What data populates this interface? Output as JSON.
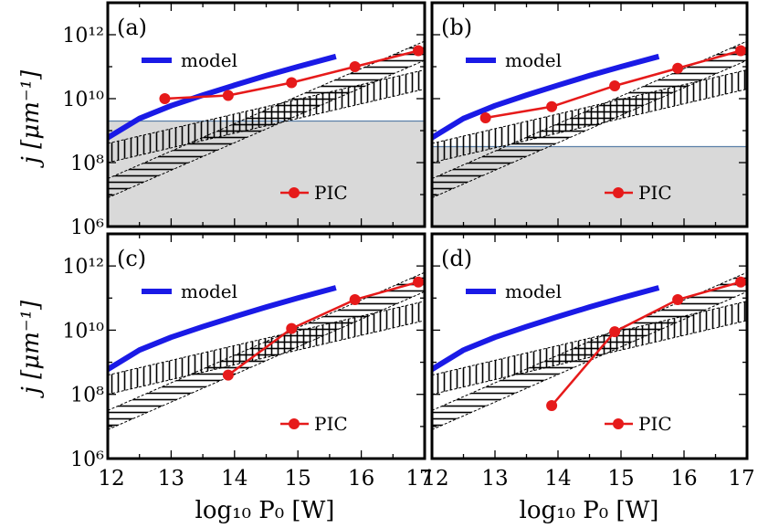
{
  "figure": {
    "xlabel": "log₁₀ P₀ [W]",
    "ylabel": "j [μm⁻¹]"
  },
  "chart_data": [
    {
      "type": "line",
      "panel_label": "(a)",
      "xlim": [
        12,
        17
      ],
      "ylim_log10": [
        6,
        13
      ],
      "x_ticks": [
        "12",
        "13",
        "14",
        "15",
        "16",
        "17"
      ],
      "y_ticks": [
        "10⁶",
        "10⁸",
        "10¹⁰",
        "10¹²"
      ],
      "legend": {
        "model": "model",
        "pic": "PIC"
      },
      "model": {
        "x": [
          12,
          12.5,
          13,
          13.5,
          14,
          14.5,
          15,
          15.6
        ],
        "log10_y": [
          8.78,
          9.38,
          9.78,
          10.11,
          10.42,
          10.72,
          11.0,
          11.32
        ]
      },
      "pic": {
        "x": [
          12.9,
          13.9,
          14.9,
          15.9,
          16.9
        ],
        "log10_y": [
          10.0,
          10.1,
          10.5,
          11.0,
          11.5
        ]
      },
      "shaded_below_log10": 9.3,
      "hatched_bands": [
        {
          "style": "horizontal",
          "x": [
            12,
            17
          ],
          "upper_log10": [
            7.5,
            11.8
          ],
          "lower_log10": [
            6.9,
            11.2
          ]
        },
        {
          "style": "vertical",
          "x": [
            12,
            17
          ],
          "upper_log10": [
            8.6,
            10.9
          ],
          "lower_log10": [
            8.0,
            10.3
          ]
        }
      ]
    },
    {
      "type": "line",
      "panel_label": "(b)",
      "xlim": [
        12,
        17
      ],
      "ylim_log10": [
        6,
        13
      ],
      "x_ticks": [
        "12",
        "13",
        "14",
        "15",
        "16",
        "17"
      ],
      "y_ticks": [
        "10⁶",
        "10⁸",
        "10¹⁰",
        "10¹²"
      ],
      "legend": {
        "model": "model",
        "pic": "PIC"
      },
      "model": {
        "x": [
          12,
          12.5,
          13,
          13.5,
          14,
          14.5,
          15,
          15.6
        ],
        "log10_y": [
          8.78,
          9.38,
          9.78,
          10.11,
          10.42,
          10.72,
          11.0,
          11.32
        ]
      },
      "pic": {
        "x": [
          12.85,
          13.9,
          14.9,
          15.9,
          16.9
        ],
        "log10_y": [
          9.4,
          9.75,
          10.4,
          10.95,
          11.5
        ]
      },
      "shaded_below_log10": 8.5,
      "hatched_bands": [
        {
          "style": "horizontal",
          "x": [
            12,
            17
          ],
          "upper_log10": [
            7.5,
            11.8
          ],
          "lower_log10": [
            6.9,
            11.2
          ]
        },
        {
          "style": "vertical",
          "x": [
            12,
            17
          ],
          "upper_log10": [
            8.6,
            10.9
          ],
          "lower_log10": [
            8.0,
            10.3
          ]
        }
      ]
    },
    {
      "type": "line",
      "panel_label": "(c)",
      "xlim": [
        12,
        17
      ],
      "ylim_log10": [
        6,
        13
      ],
      "x_ticks": [
        "12",
        "13",
        "14",
        "15",
        "16",
        "17"
      ],
      "y_ticks": [
        "10⁶",
        "10⁸",
        "10¹⁰",
        "10¹²"
      ],
      "legend": {
        "model": "model",
        "pic": "PIC"
      },
      "model": {
        "x": [
          12,
          12.5,
          13,
          13.5,
          14,
          14.5,
          15,
          15.6
        ],
        "log10_y": [
          8.78,
          9.38,
          9.78,
          10.11,
          10.42,
          10.72,
          11.0,
          11.32
        ]
      },
      "pic": {
        "x": [
          13.9,
          14.9,
          15.9,
          16.9
        ],
        "log10_y": [
          8.6,
          10.05,
          10.95,
          11.5
        ]
      },
      "shaded_below_log10": null,
      "hatched_bands": [
        {
          "style": "horizontal",
          "x": [
            12,
            17
          ],
          "upper_log10": [
            7.5,
            11.8
          ],
          "lower_log10": [
            6.9,
            11.2
          ]
        },
        {
          "style": "vertical",
          "x": [
            12,
            17
          ],
          "upper_log10": [
            8.6,
            10.9
          ],
          "lower_log10": [
            8.0,
            10.3
          ]
        }
      ]
    },
    {
      "type": "line",
      "panel_label": "(d)",
      "xlim": [
        12,
        17
      ],
      "ylim_log10": [
        6,
        13
      ],
      "x_ticks": [
        "12",
        "13",
        "14",
        "15",
        "16",
        "17"
      ],
      "y_ticks": [
        "10⁶",
        "10⁸",
        "10¹⁰",
        "10¹²"
      ],
      "legend": {
        "model": "model",
        "pic": "PIC"
      },
      "model": {
        "x": [
          12,
          12.5,
          13,
          13.5,
          14,
          14.5,
          15,
          15.6
        ],
        "log10_y": [
          8.78,
          9.38,
          9.78,
          10.11,
          10.42,
          10.72,
          11.0,
          11.32
        ]
      },
      "pic": {
        "x": [
          13.9,
          14.9,
          15.9,
          16.9
        ],
        "log10_y": [
          7.65,
          9.95,
          10.95,
          11.5
        ]
      },
      "shaded_below_log10": null,
      "hatched_bands": [
        {
          "style": "horizontal",
          "x": [
            12,
            17
          ],
          "upper_log10": [
            7.5,
            11.8
          ],
          "lower_log10": [
            6.9,
            11.2
          ]
        },
        {
          "style": "vertical",
          "x": [
            12,
            17
          ],
          "upper_log10": [
            8.6,
            10.9
          ],
          "lower_log10": [
            8.0,
            10.3
          ]
        }
      ]
    }
  ],
  "colors": {
    "model": "#1a1ae6",
    "pic": "#e61a1a",
    "shade": "#d9d9d9",
    "shade_edge": "#5b7fa8",
    "frame": "#000000"
  }
}
